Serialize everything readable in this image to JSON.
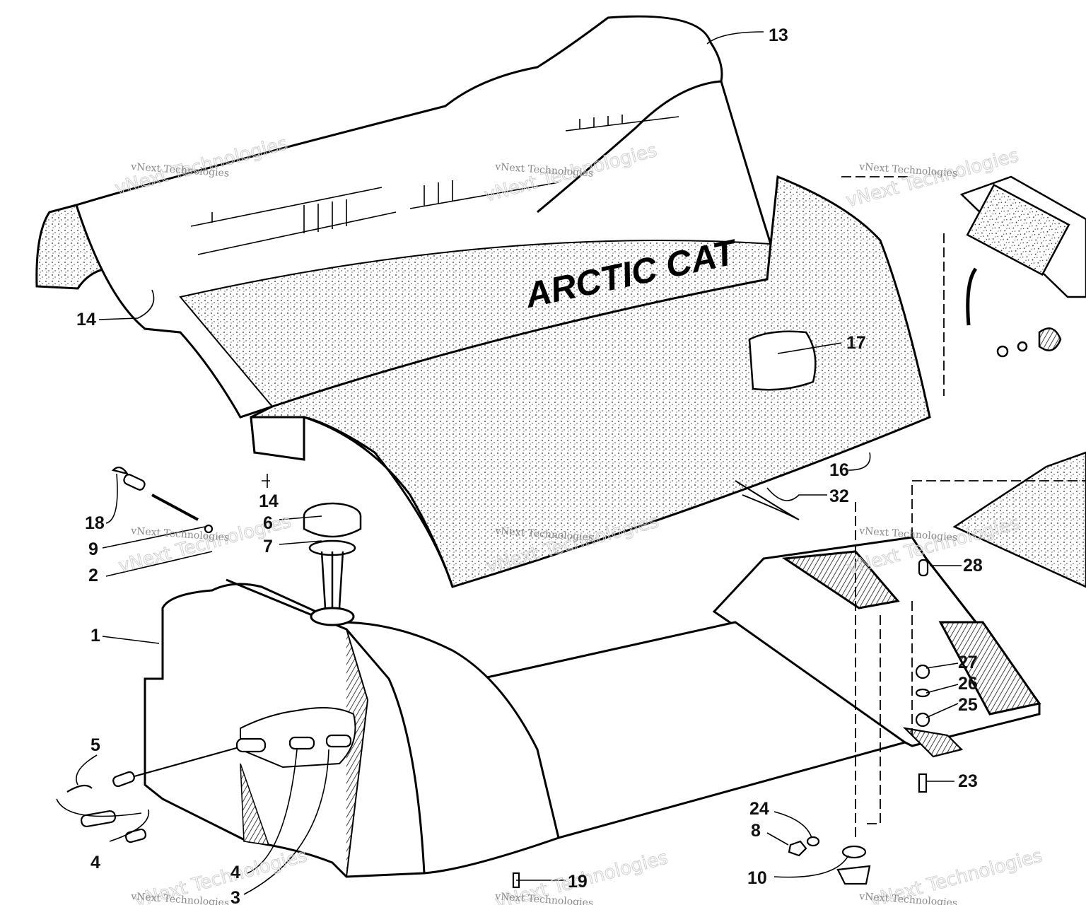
{
  "diagram": {
    "brand_text": "ARCTIC CAT",
    "watermark": {
      "large": "vNext Technologies",
      "small": "vNext Technologies"
    },
    "callouts": [
      {
        "id": "c13a",
        "label": "13"
      },
      {
        "id": "c14a",
        "label": "14"
      },
      {
        "id": "c17",
        "label": "17"
      },
      {
        "id": "c16",
        "label": "16"
      },
      {
        "id": "c32",
        "label": "32"
      },
      {
        "id": "c14b",
        "label": "14"
      },
      {
        "id": "c18",
        "label": "18"
      },
      {
        "id": "c9",
        "label": "9"
      },
      {
        "id": "c2",
        "label": "2"
      },
      {
        "id": "c6",
        "label": "6"
      },
      {
        "id": "c7",
        "label": "7"
      },
      {
        "id": "c28",
        "label": "28"
      },
      {
        "id": "c1",
        "label": "1"
      },
      {
        "id": "c27",
        "label": "27"
      },
      {
        "id": "c26",
        "label": "26"
      },
      {
        "id": "c25",
        "label": "25"
      },
      {
        "id": "c5",
        "label": "5"
      },
      {
        "id": "c23",
        "label": "23"
      },
      {
        "id": "c24",
        "label": "24"
      },
      {
        "id": "c8",
        "label": "8"
      },
      {
        "id": "c4a",
        "label": "4"
      },
      {
        "id": "c4b",
        "label": "4"
      },
      {
        "id": "c19",
        "label": "19"
      },
      {
        "id": "c10",
        "label": "10"
      },
      {
        "id": "c3",
        "label": "3"
      }
    ]
  }
}
